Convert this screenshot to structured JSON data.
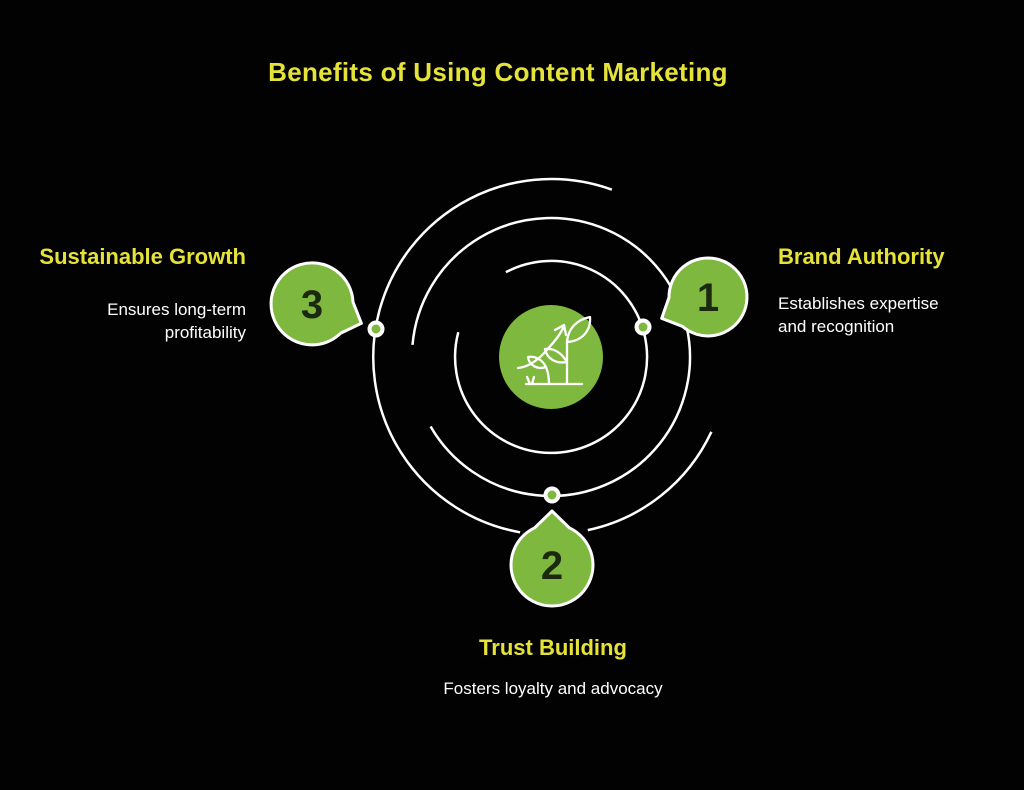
{
  "page": {
    "background": "#020202"
  },
  "title": {
    "text": "Benefits of Using Content Marketing",
    "color": "#e5e23a"
  },
  "colors": {
    "accent_green": "#7fb83e",
    "accent_yellow": "#e5e23a",
    "arc_white": "#ffffff",
    "description_white": "#ffffff",
    "number_dark": "#1c2910"
  },
  "center": {
    "icon": "growth-plant-icon",
    "circle_color": "#7fb83e"
  },
  "nodes": [
    {
      "number": "1",
      "title": "Brand Authority",
      "description": "Establishes expertise and recognition",
      "position": "right"
    },
    {
      "number": "2",
      "title": "Trust Building",
      "description": "Fosters loyalty and advocacy",
      "position": "bottom"
    },
    {
      "number": "3",
      "title": "Sustainable Growth",
      "description": "Ensures long-term profitability",
      "position": "left"
    }
  ]
}
